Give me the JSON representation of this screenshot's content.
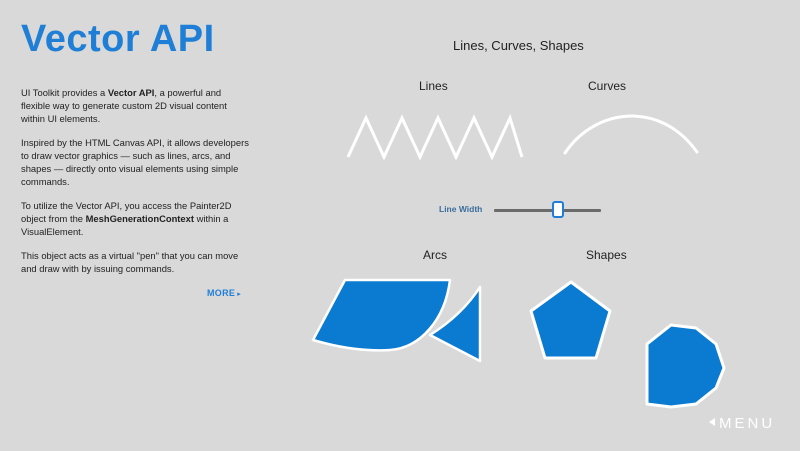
{
  "page": {
    "title": "Vector API",
    "paragraphs": [
      {
        "parts": [
          {
            "text": "UI Toolkit provides a ",
            "bold": false
          },
          {
            "text": "Vector API",
            "bold": true
          },
          {
            "text": ", a powerful and flexible way to generate custom 2D visual content within UI elements.",
            "bold": false
          }
        ]
      },
      {
        "parts": [
          {
            "text": "Inspired by the HTML Canvas API, it allows developers to draw vector graphics — such as lines, arcs, and shapes — directly onto visual elements using simple commands.",
            "bold": false
          }
        ]
      },
      {
        "parts": [
          {
            "text": "To utilize the Vector API, you access the Painter2D object from the ",
            "bold": false
          },
          {
            "text": "MeshGenerationContext",
            "bold": true
          },
          {
            "text": " within a VisualElement.",
            "bold": false
          }
        ]
      },
      {
        "parts": [
          {
            "text": "This object acts as a virtual \"pen\" that you can move and draw with by issuing commands.",
            "bold": false
          }
        ]
      }
    ],
    "more_label": "MORE",
    "more_arrow": "▸"
  },
  "demo": {
    "title": "Lines, Curves, Shapes",
    "labels": {
      "lines": "Lines",
      "curves": "Curves",
      "arcs": "Arcs",
      "shapes": "Shapes"
    },
    "slider": {
      "label": "Line Width",
      "value": 0.6
    },
    "colors": {
      "accent": "#1f7fd6",
      "shape_fill": "#0b7ad1",
      "stroke": "#ffffff",
      "background": "#d9d9d9"
    }
  },
  "footer": {
    "menu_label": "MENU"
  }
}
